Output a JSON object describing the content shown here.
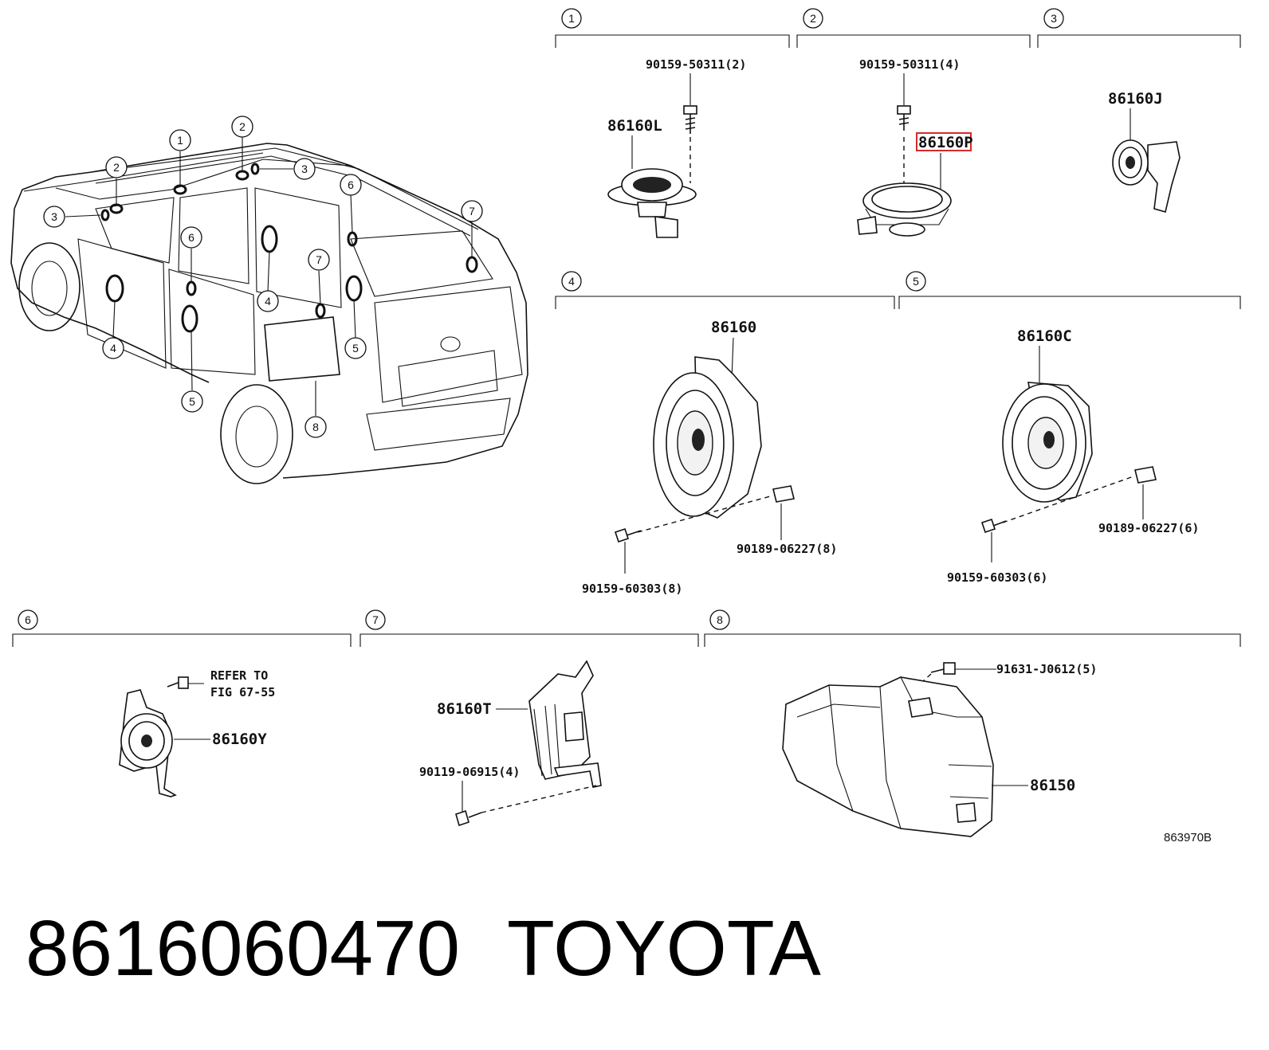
{
  "sections": [
    {
      "id": "1",
      "parts": [
        "86160L",
        "90159-50311(2)"
      ]
    },
    {
      "id": "2",
      "parts": [
        "86160P",
        "90159-50311(4)"
      ]
    },
    {
      "id": "3",
      "parts": [
        "86160J"
      ]
    },
    {
      "id": "4",
      "parts": [
        "86160",
        "90159-60303(8)",
        "90189-06227(8)"
      ]
    },
    {
      "id": "5",
      "parts": [
        "86160C",
        "90159-60303(6)",
        "90189-06227(6)"
      ]
    },
    {
      "id": "6",
      "parts": [
        "86160Y"
      ],
      "note": [
        "REFER TO",
        "FIG 67-55"
      ]
    },
    {
      "id": "7",
      "parts": [
        "86160T",
        "90119-06915(4)"
      ]
    },
    {
      "id": "8",
      "parts": [
        "86150",
        "91631-J0612(5)"
      ]
    }
  ],
  "vehicle_callouts": [
    "1",
    "2",
    "3",
    "4",
    "5",
    "6",
    "7",
    "8"
  ],
  "highlighted_part": "86160P",
  "highlight_color": "#d42b2b",
  "diagram_code": "863970B",
  "footer": {
    "part_number": "8616060470",
    "brand": "TOYOTA"
  }
}
